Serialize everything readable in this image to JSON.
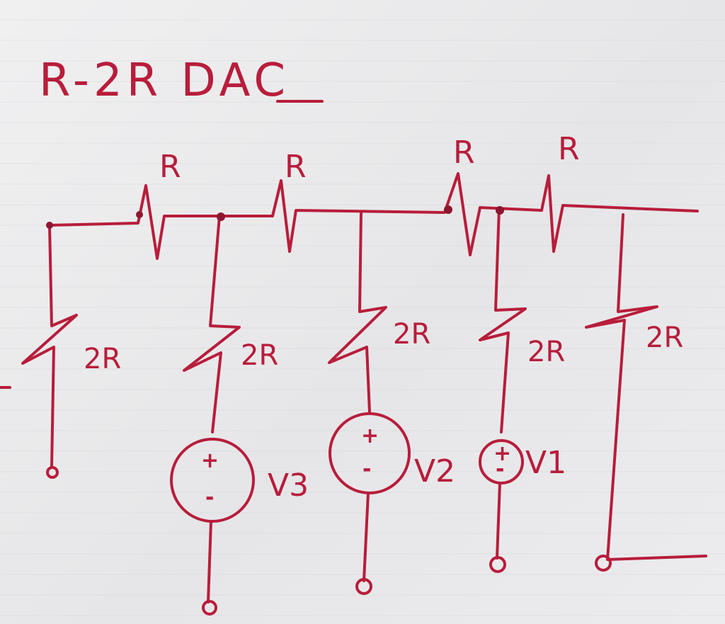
{
  "diagram": {
    "title": "R-2R DAC",
    "series_labels": [
      "R",
      "R",
      "R",
      "R"
    ],
    "shunt_labels": [
      "2R",
      "2R",
      "2R",
      "2R",
      "2R"
    ],
    "sources": [
      {
        "label": "V3",
        "plus": "+",
        "minus": "-"
      },
      {
        "label": "V2",
        "plus": "+",
        "minus": "-"
      },
      {
        "label": "V1",
        "plus": "+",
        "minus": "-"
      }
    ],
    "ink_color": "#b81d3b"
  }
}
